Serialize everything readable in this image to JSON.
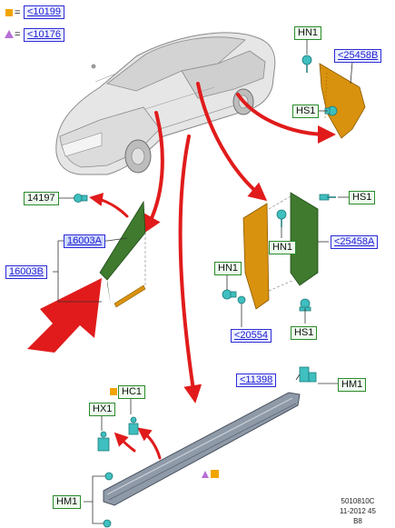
{
  "legend": {
    "square_color": "#f2a400",
    "triangle_color": "#b76fd8",
    "eq": "=",
    "square_ref": "<10199",
    "triangle_ref": "<10176"
  },
  "labels": {
    "hn1_top": "HN1",
    "p25458b": "<25458B",
    "hs1_top": "HS1",
    "p14197": "14197",
    "p16003a": "16003A",
    "p16003b": "16003B",
    "hs1_mid": "HS1",
    "hn1_mid": "HN1",
    "p25458a": "<25458A",
    "hn1_left": "HN1",
    "p20554": "<20554",
    "hs1_bottom": "HS1",
    "p11398": "<11398",
    "hm1_right": "HM1",
    "hc1": "HC1",
    "hx1": "HX1",
    "hm1_left": "HM1"
  },
  "footer": {
    "line1": "5010810C",
    "line2": "11-2012 45",
    "line3": "B8"
  },
  "colors": {
    "orange_part": "#d9920e",
    "green_part": "#3f7a2e",
    "arrow_red": "#e11b1b",
    "clip_teal": "#3fbfbf"
  }
}
